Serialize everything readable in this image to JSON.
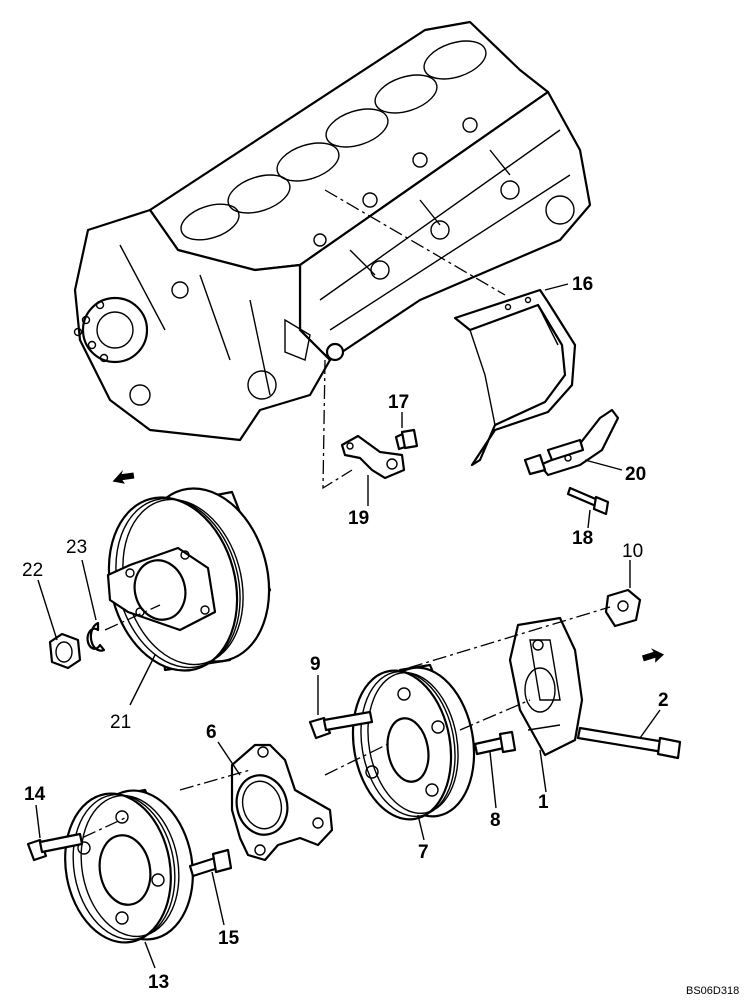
{
  "callouts": [
    {
      "id": "1",
      "style": "bold"
    },
    {
      "id": "2",
      "style": "bold"
    },
    {
      "id": "6",
      "style": "bold"
    },
    {
      "id": "7",
      "style": "bold"
    },
    {
      "id": "8",
      "style": "bold"
    },
    {
      "id": "9",
      "style": "bold"
    },
    {
      "id": "10",
      "style": "regular"
    },
    {
      "id": "13",
      "style": "bold"
    },
    {
      "id": "14",
      "style": "bold"
    },
    {
      "id": "15",
      "style": "bold"
    },
    {
      "id": "16",
      "style": "bold"
    },
    {
      "id": "17",
      "style": "bold"
    },
    {
      "id": "18",
      "style": "bold"
    },
    {
      "id": "19",
      "style": "bold"
    },
    {
      "id": "20",
      "style": "bold"
    },
    {
      "id": "21",
      "style": "regular"
    },
    {
      "id": "22",
      "style": "regular"
    },
    {
      "id": "23",
      "style": "regular"
    }
  ],
  "drawing_ref": "BS06D318",
  "icons": [
    "direction-arrow-icon"
  ],
  "colors": {
    "line": "#000000",
    "background": "#ffffff"
  }
}
